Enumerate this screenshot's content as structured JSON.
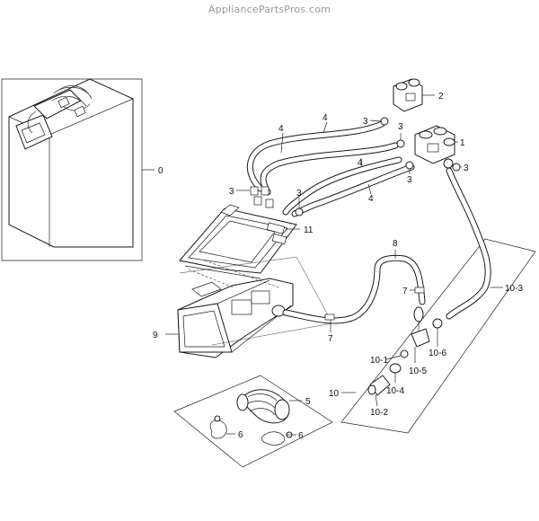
{
  "watermark": "AppliancePartsPros.com",
  "callouts": {
    "c0": "0",
    "c1": "1",
    "c2": "2",
    "c3a": "3",
    "c3b": "3",
    "c3c": "3",
    "c3d": "3",
    "c3e": "3",
    "c3f": "3",
    "c4a": "4",
    "c4b": "4",
    "c4c": "4",
    "c4d": "4",
    "c5": "5",
    "c6a": "6",
    "c6b": "6",
    "c7a": "7",
    "c7b": "7",
    "c8": "8",
    "c9": "9",
    "c10": "10",
    "c10_1": "10-1",
    "c10_2": "10-2",
    "c10_3": "10-3",
    "c10_4": "10-4",
    "c10_5": "10-5",
    "c10_6": "10-6",
    "c11": "11"
  }
}
